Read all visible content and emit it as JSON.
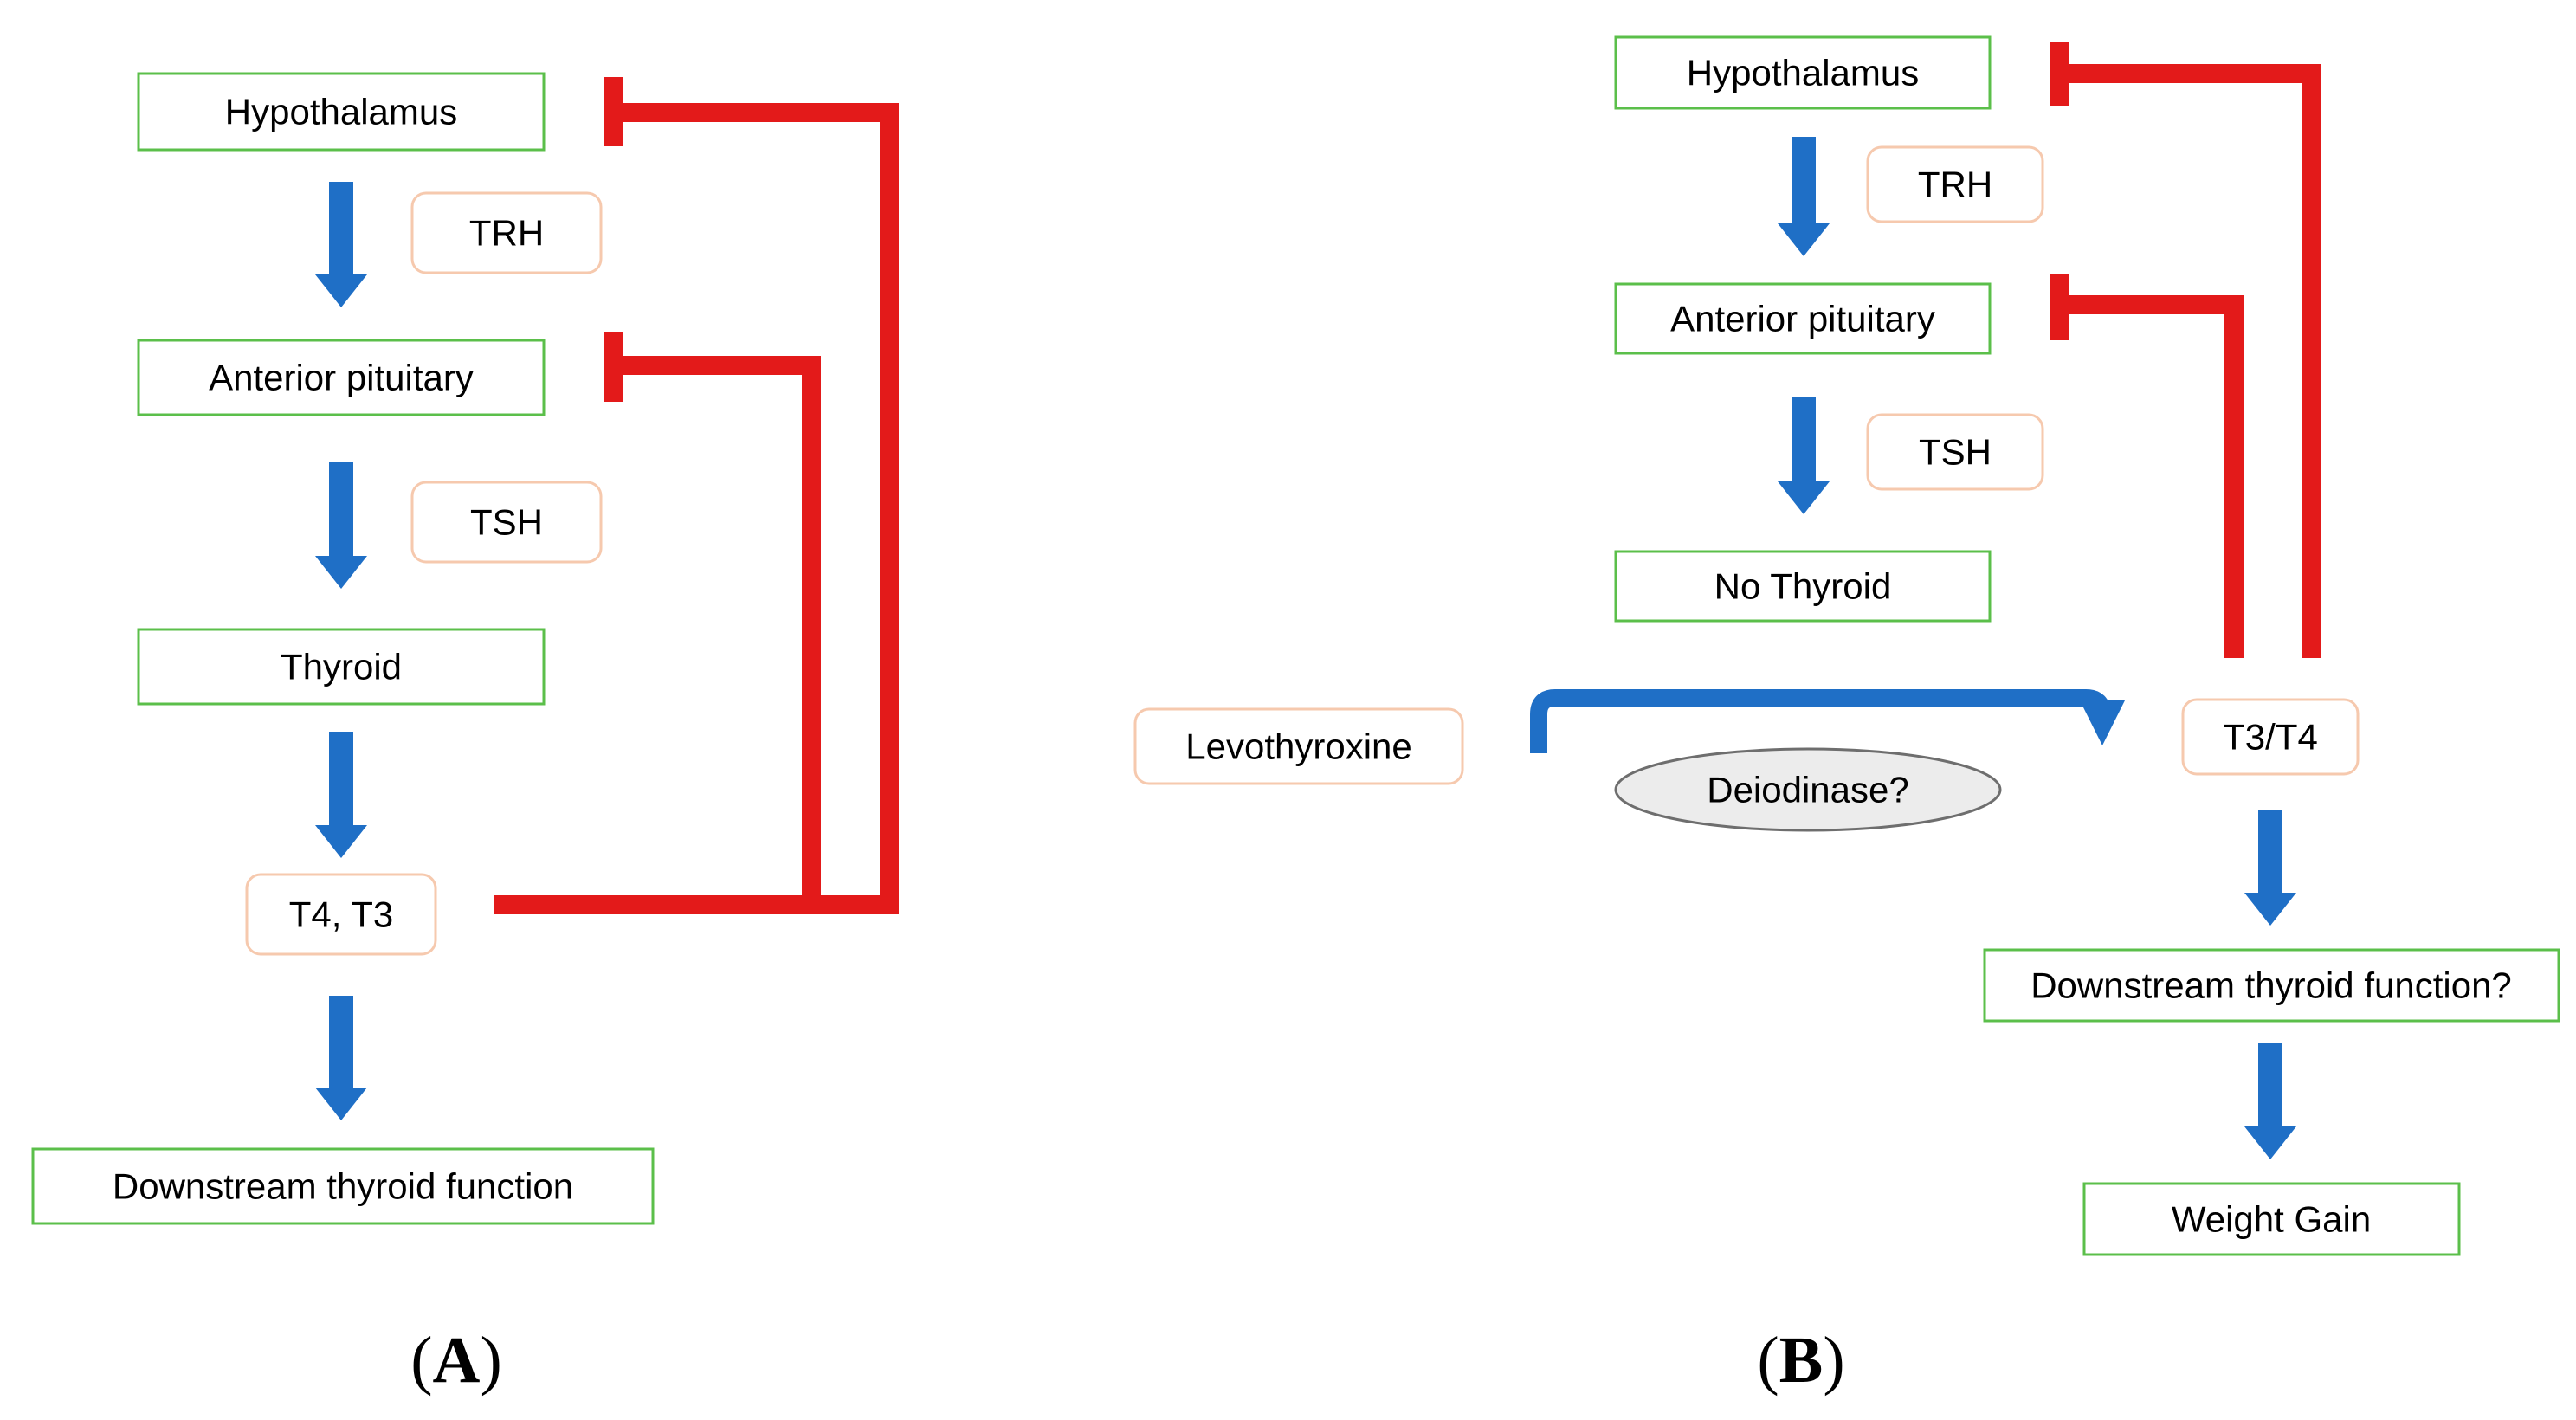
{
  "colors": {
    "process_box_border": "#5bbf4a",
    "hormone_box_border": "#f6c9ae",
    "stimulatory_arrow": "#1f6fc6",
    "inhibitory_line": "#e31a1a",
    "ellipse_fill": "#ececec",
    "ellipse_border": "#6e6e6e"
  },
  "panel_a": {
    "label": "A",
    "hypothalamus": "Hypothalamus",
    "trh": "TRH",
    "anterior_pituitary": "Anterior pituitary",
    "tsh": "TSH",
    "thyroid": "Thyroid",
    "t4_t3": "T4, T3",
    "downstream": "Downstream thyroid function"
  },
  "panel_b": {
    "label": "B",
    "hypothalamus": "Hypothalamus",
    "trh": "TRH",
    "anterior_pituitary": "Anterior pituitary",
    "tsh": "TSH",
    "no_thyroid": "No Thyroid",
    "levothyroxine": "Levothyroxine",
    "deiodinase": "Deiodinase?",
    "t3_t4": "T3/T4",
    "downstream": "Downstream thyroid function?",
    "weight_gain": "Weight Gain"
  }
}
